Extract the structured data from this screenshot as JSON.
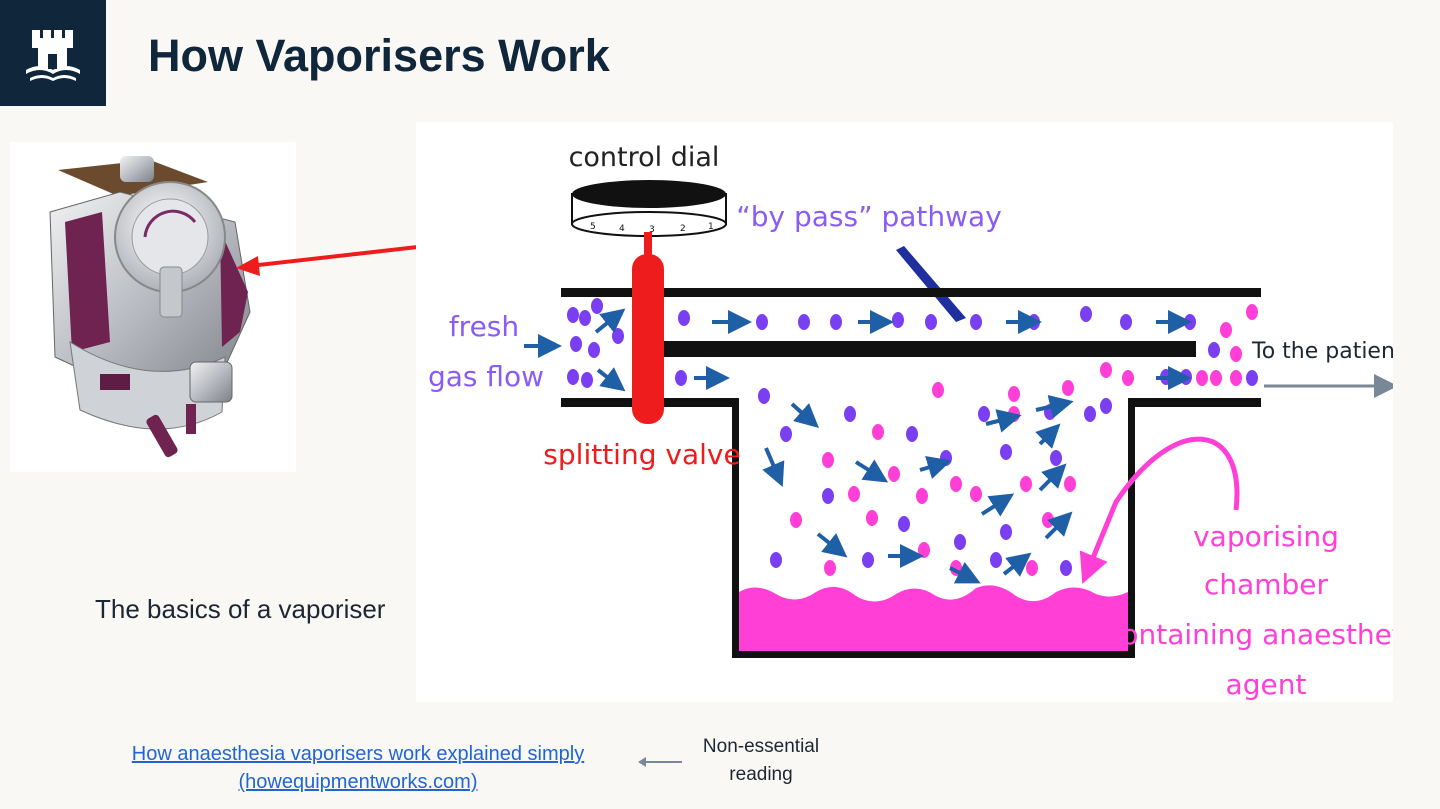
{
  "slide": {
    "title": "How Vaporisers Work",
    "caption": "The basics of a vaporiser",
    "link_line1": "How anaesthesia vaporisers work explained simply",
    "link_line2": "(howequipmentworks.com)",
    "note_line1": "Non-essential",
    "note_line2": "reading"
  },
  "diagram": {
    "control_dial": "control dial",
    "dial_numbers": [
      "5",
      "4",
      "3",
      "2",
      "1"
    ],
    "bypass": "“by pass” pathway",
    "fresh": "fresh",
    "gas_flow": "gas flow",
    "splitting_valve": "splitting valve",
    "to_patient": "To the patient",
    "chamber_line1": "vaporising",
    "chamber_line2": "chamber",
    "chamber_line3": "containing anaesthetic",
    "chamber_line4": "agent"
  },
  "colors": {
    "navy": "#10263b",
    "purple": "#7b3ff2",
    "purple_text": "#8a5cf6",
    "magenta": "#ff3fd6",
    "red": "#ee1c1c",
    "arrow_blue": "#1f5fa5",
    "link": "#1e66d6"
  },
  "icons": [
    "university-castle-logo",
    "vaporiser-device-photo"
  ]
}
